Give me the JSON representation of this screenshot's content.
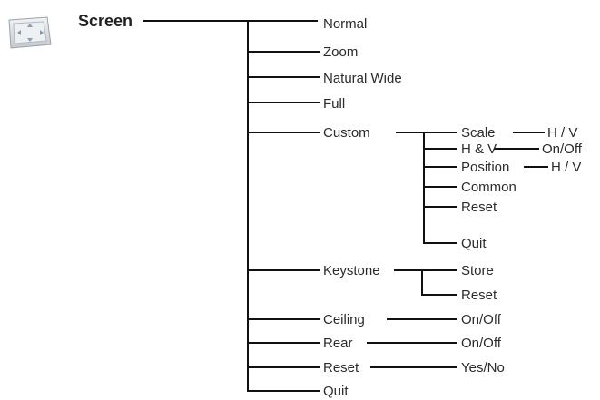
{
  "menu": {
    "title": "Screen",
    "icon": "screen-resize-icon",
    "items": {
      "normal": "Normal",
      "zoom": "Zoom",
      "natural_wide": "Natural Wide",
      "full": "Full",
      "custom": "Custom",
      "keystone": "Keystone",
      "ceiling": "Ceiling",
      "rear": "Rear",
      "reset": "Reset",
      "quit": "Quit"
    },
    "custom_items": {
      "scale": "Scale",
      "hv": "H & V",
      "position": "Position",
      "common": "Common",
      "reset": "Reset",
      "quit": "Quit"
    },
    "custom_values": {
      "scale": "H / V",
      "hv": "On/Off",
      "position": "H / V"
    },
    "keystone_items": {
      "store": "Store",
      "reset": "Reset"
    },
    "values": {
      "ceiling": "On/Off",
      "rear": "On/Off",
      "reset": "Yes/No"
    }
  },
  "colors": {
    "line": "#111111",
    "text": "#2b2b2b",
    "icon_frame": "#c8cdd2",
    "icon_arrows": "#8a9aaa"
  }
}
